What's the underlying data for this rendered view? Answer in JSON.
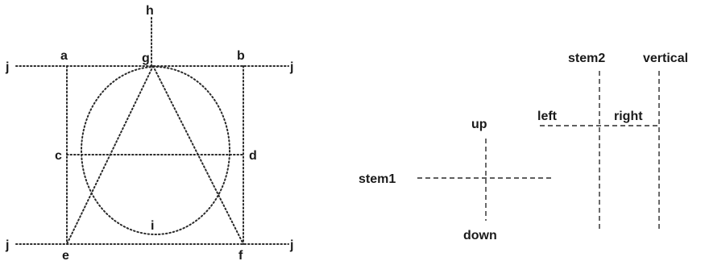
{
  "left_diagram": {
    "points": {
      "a": "a",
      "b": "b",
      "c": "c",
      "d": "d",
      "e": "e",
      "f": "f",
      "g": "g",
      "h": "h",
      "i": "i",
      "j_top_left": "j",
      "j_top_right": "j",
      "j_bottom_left": "j",
      "j_bottom_right": "j"
    }
  },
  "right_diagram": {
    "labels": {
      "up": "up",
      "down": "down",
      "stem1": "stem1",
      "stem2": "stem2",
      "vertical": "vertical",
      "left": "left",
      "right": "right"
    }
  }
}
